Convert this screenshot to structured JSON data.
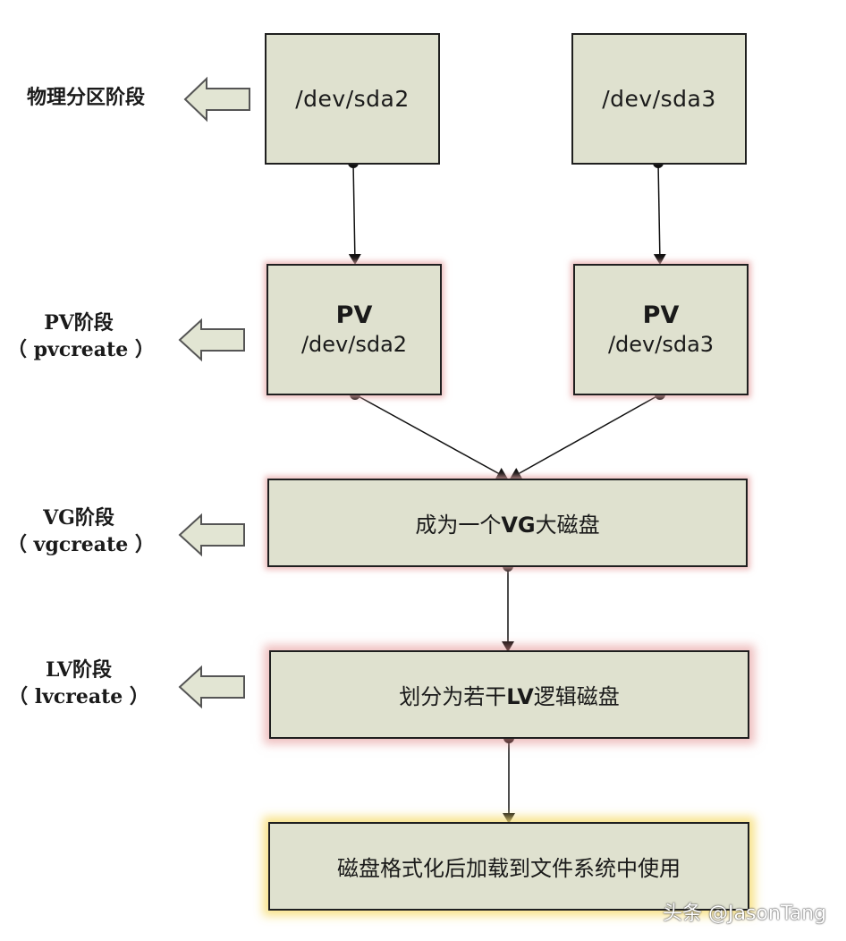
{
  "stages": {
    "physical": {
      "label": "物理分区阶段"
    },
    "pv": {
      "label": "PV阶段",
      "sub": "（ pvcreate ）"
    },
    "vg": {
      "label": "VG阶段",
      "sub": "（ vgcreate ）"
    },
    "lv": {
      "label": "LV阶段",
      "sub": "（ lvcreate ）"
    }
  },
  "boxes": {
    "sda2": "/dev/sda2",
    "sda3": "/dev/sda3",
    "pv_sda2": {
      "title": "PV",
      "dev": "/dev/sda2"
    },
    "pv_sda3": {
      "title": "PV",
      "dev": "/dev/sda3"
    },
    "vg": {
      "pre": "成为一个",
      "bold": "VG",
      "post": "大磁盘"
    },
    "lv": {
      "pre": "划分为若干",
      "bold": "LV",
      "post": "逻辑磁盘"
    },
    "fs": "磁盘格式化后加载到文件系统中使用"
  },
  "watermark": "头条 @JasonTang",
  "colors": {
    "box_fill": "#dfe1cf",
    "box_border": "#1f1f1f",
    "glow_pink": "#e8aaaa",
    "glow_yellow": "#f7de78",
    "arrow_fill": "#e2e5d3"
  }
}
